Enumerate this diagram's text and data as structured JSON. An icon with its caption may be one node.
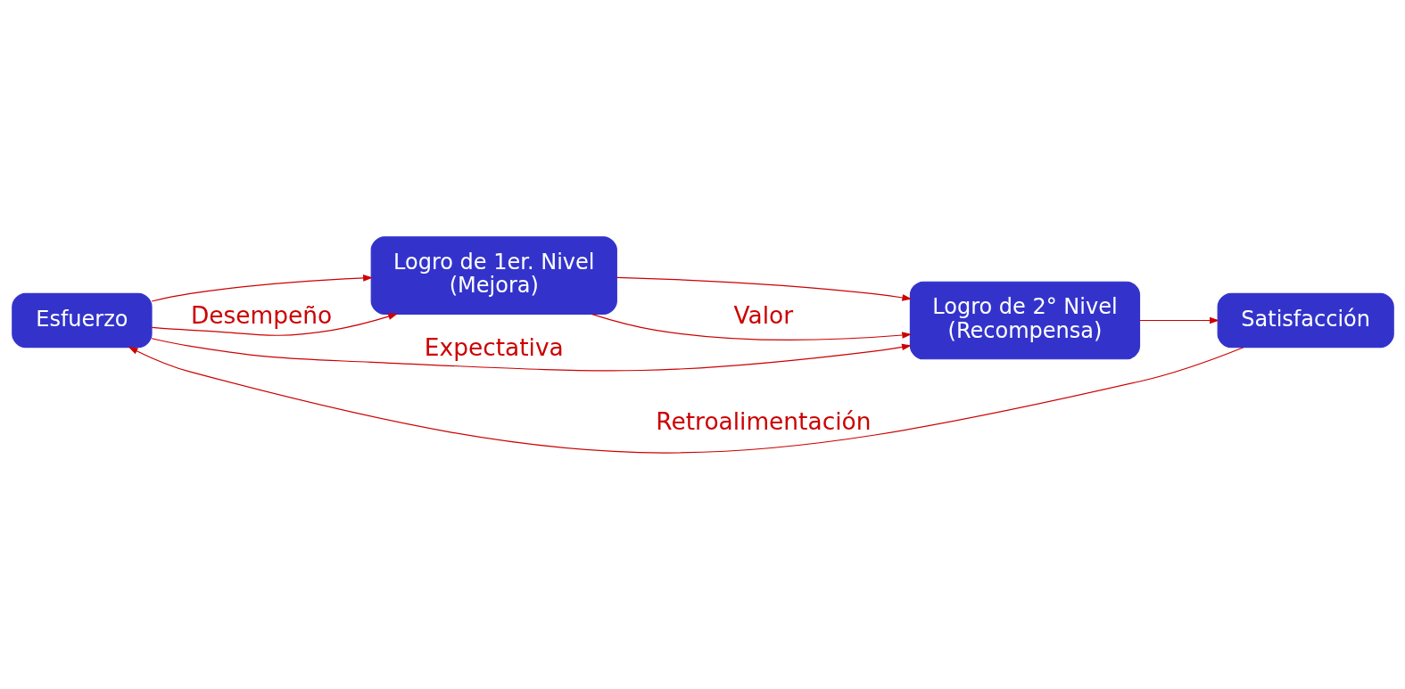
{
  "diagram": {
    "nodes": [
      {
        "text": [
          "Esfuerzo"
        ]
      },
      {
        "text": [
          "Logro de 1er. Nivel",
          "(Mejora)"
        ]
      },
      {
        "text": [
          "Logro de 2° Nivel",
          "(Recompensa)"
        ]
      },
      {
        "text": [
          "Satisfacción"
        ]
      }
    ],
    "edges": [
      {
        "from": 0,
        "to": 1,
        "arrow": "to"
      },
      {
        "from": 1,
        "to": 2,
        "arrow": "to"
      },
      {
        "from": 2,
        "to": 3,
        "arrow": "to"
      },
      {
        "from": 0,
        "to": 1,
        "arrow": "to",
        "label": "Desempeño"
      },
      {
        "from": 1,
        "to": 2,
        "arrow": "to",
        "label": "Valor"
      },
      {
        "from": 0,
        "to": 2,
        "arrow": "to",
        "label": "Expectativa"
      },
      {
        "from": 3,
        "to": 0,
        "arrow": "to",
        "label": "Retroalimentación"
      }
    ]
  }
}
